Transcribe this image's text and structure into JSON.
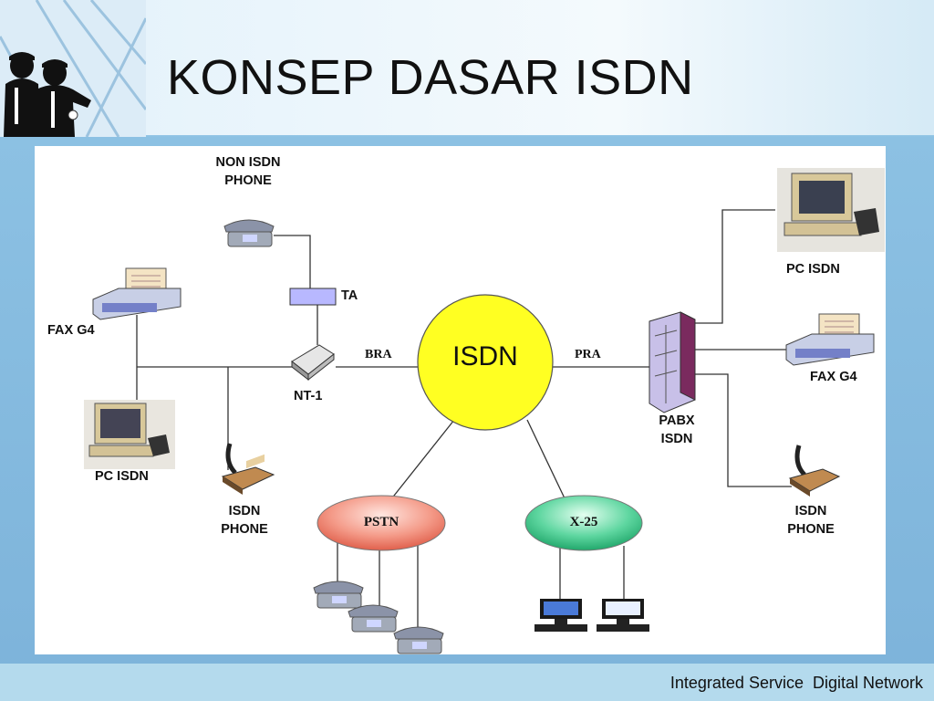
{
  "slide": {
    "title": "KONSEP DASAR ISDN",
    "footer": "Integrated Service  Digital Network"
  },
  "diagram": {
    "center_node": "ISDN",
    "links": {
      "bra": "BRA",
      "pra": "PRA"
    },
    "labels": {
      "non_isdn_phone_line1": "NON ISDN",
      "non_isdn_phone_line2": "PHONE",
      "ta": "TA",
      "fax_left": "FAX G4",
      "nt1": "NT-1",
      "pc_left": "PC ISDN",
      "isdn_phone_left_line1": "ISDN",
      "isdn_phone_left_line2": "PHONE",
      "pc_right": "PC ISDN",
      "fax_right": "FAX G4",
      "pabx_line1": "PABX",
      "pabx_line2": "ISDN",
      "isdn_phone_right_line1": "ISDN",
      "isdn_phone_right_line2": "PHONE"
    },
    "networks": {
      "pstn": "PSTN",
      "x25": "X-25"
    }
  },
  "colors": {
    "isdn_fill": "#ffff22",
    "pstn_fill": "#f08070",
    "x25_fill": "#3cc48a",
    "ta_fill": "#b8b8ff",
    "pabx_fill": "#c8c0e8"
  },
  "icons": [
    "people-logo-icon",
    "phone-icon",
    "fax-icon",
    "pc-icon",
    "modem-icon",
    "pabx-icon",
    "desk-phone-icon",
    "terminal-icon"
  ]
}
